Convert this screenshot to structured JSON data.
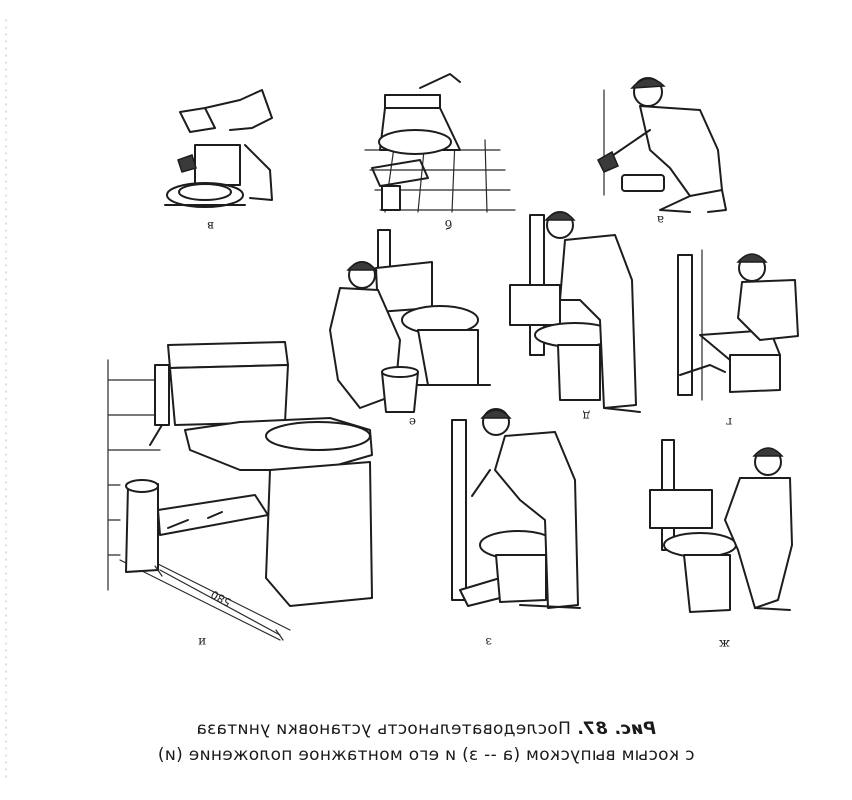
{
  "panels": [
    {
      "id": "a",
      "letter": "а"
    },
    {
      "id": "b",
      "letter": "б"
    },
    {
      "id": "v",
      "letter": "в"
    },
    {
      "id": "g",
      "letter": "г"
    },
    {
      "id": "d",
      "letter": "д"
    },
    {
      "id": "e",
      "letter": "е"
    },
    {
      "id": "zh",
      "letter": "ж"
    },
    {
      "id": "z",
      "letter": "з"
    },
    {
      "id": "i",
      "letter": "и"
    }
  ],
  "dimension_label": "580",
  "caption": {
    "figure_label": "Рис. 87.",
    "line1": "Последовательность установки унитаза",
    "line2": "с косым выпуском (а -- з) и его монтажное положение (и)"
  },
  "colors": {
    "ink": "#1d1d1d",
    "paper": "#ffffff"
  }
}
